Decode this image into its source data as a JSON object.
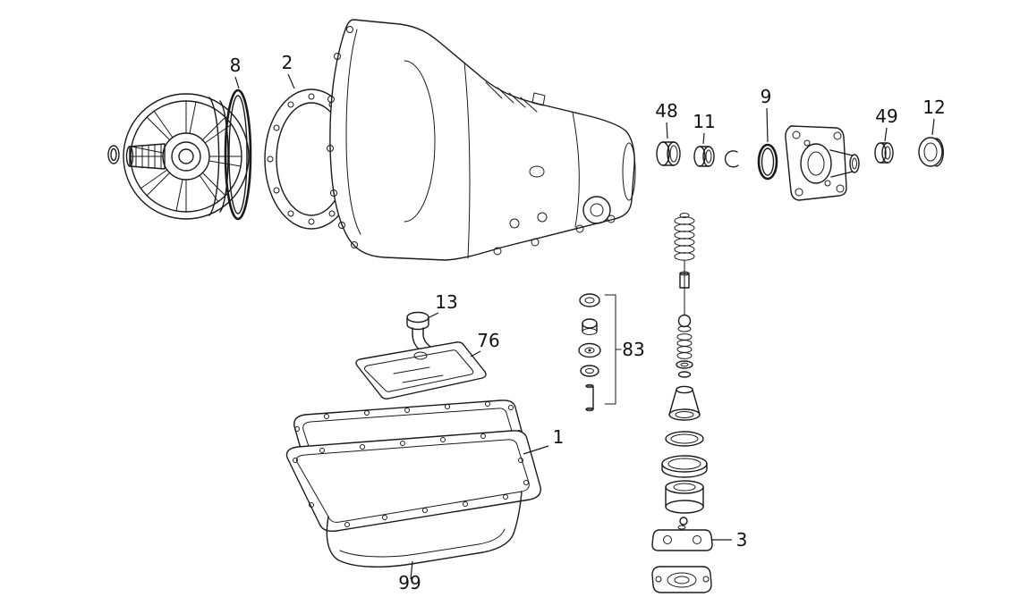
{
  "colors": {
    "background": "#ffffff",
    "line": "#1a1a1a"
  },
  "diagram": {
    "kind": "exploded-parts-diagram",
    "labels": [
      {
        "target": "converter-oring",
        "text": "8"
      },
      {
        "target": "front-gasket",
        "text": "2"
      },
      {
        "target": "front-bushing",
        "text": "48"
      },
      {
        "target": "front-seal",
        "text": "11"
      },
      {
        "target": "oring",
        "text": "9"
      },
      {
        "target": "rear-bushing",
        "text": "49"
      },
      {
        "target": "rear-seal",
        "text": "12"
      },
      {
        "target": "filler-plug",
        "text": "13"
      },
      {
        "target": "filter-plate",
        "text": "76"
      },
      {
        "target": "seal-kit",
        "text": "83"
      },
      {
        "target": "pan-gasket",
        "text": "1"
      },
      {
        "target": "oil-pan",
        "text": "99"
      },
      {
        "target": "mount",
        "text": "3"
      }
    ]
  }
}
